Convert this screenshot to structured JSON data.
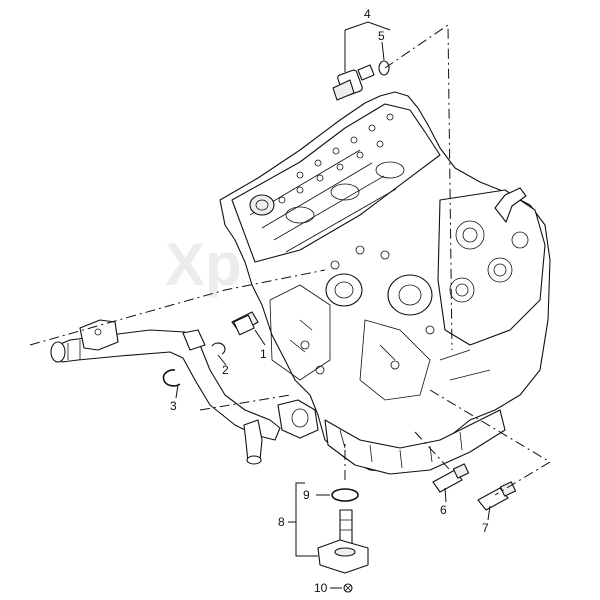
{
  "watermark": "Xp",
  "callouts": [
    {
      "id": "1",
      "label": "1"
    },
    {
      "id": "2",
      "label": "2"
    },
    {
      "id": "3",
      "label": "3"
    },
    {
      "id": "4",
      "label": "4"
    },
    {
      "id": "5",
      "label": "5"
    },
    {
      "id": "6",
      "label": "6"
    },
    {
      "id": "7",
      "label": "7"
    },
    {
      "id": "8",
      "label": "8"
    },
    {
      "id": "9",
      "label": "9"
    },
    {
      "id": "10",
      "label": "10"
    }
  ]
}
